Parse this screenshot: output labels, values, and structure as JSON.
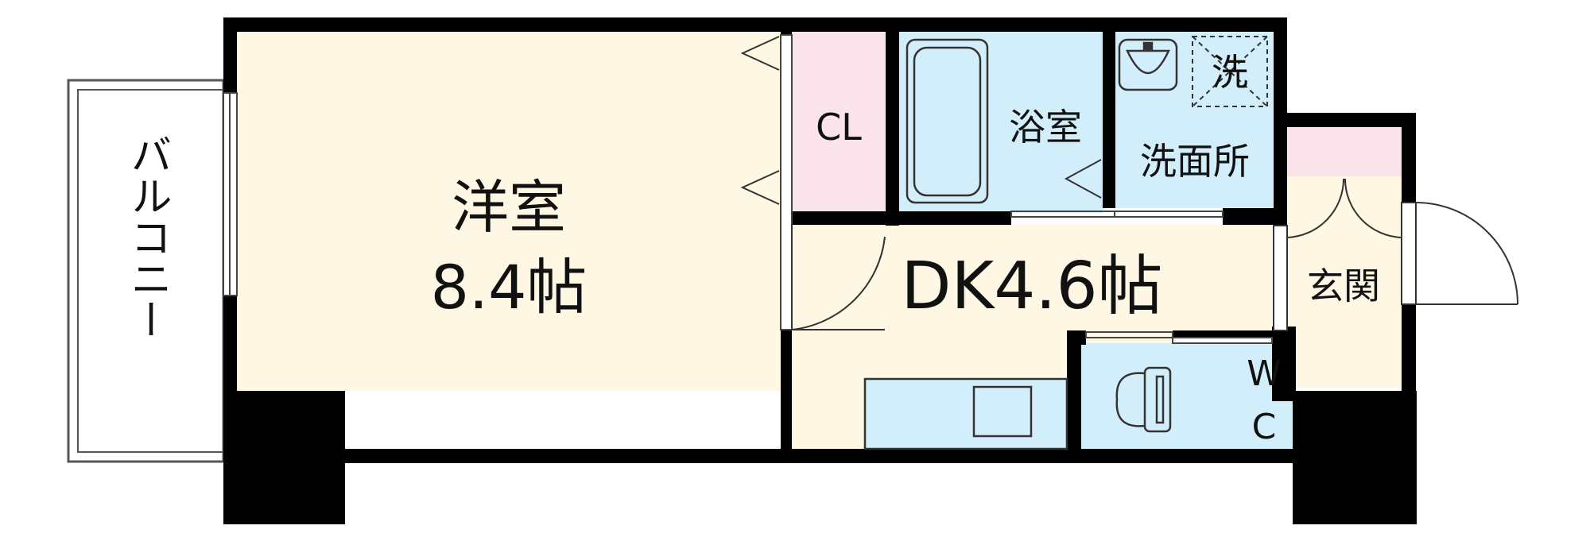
{
  "floor_plan": {
    "rooms": {
      "western_room": {
        "name": "洋室",
        "size": "8.4帖"
      },
      "dining_kitchen": {
        "label": "DK4.6帖"
      },
      "closet": {
        "label": "CL"
      },
      "bathroom": {
        "label": "浴室"
      },
      "washroom": {
        "label": "洗面所"
      },
      "washer_space": {
        "label": "洗"
      },
      "entrance": {
        "label": "玄関"
      },
      "toilet": {
        "label_line1": "W",
        "label_line2": "C"
      },
      "balcony": {
        "label": "バルコニー"
      }
    },
    "colors": {
      "wall": "#000000",
      "living_floor": "#fdf7e3",
      "wet_area": "#d3eefb",
      "storage": "#fbe3ec",
      "balcony": "#ffffff"
    }
  }
}
